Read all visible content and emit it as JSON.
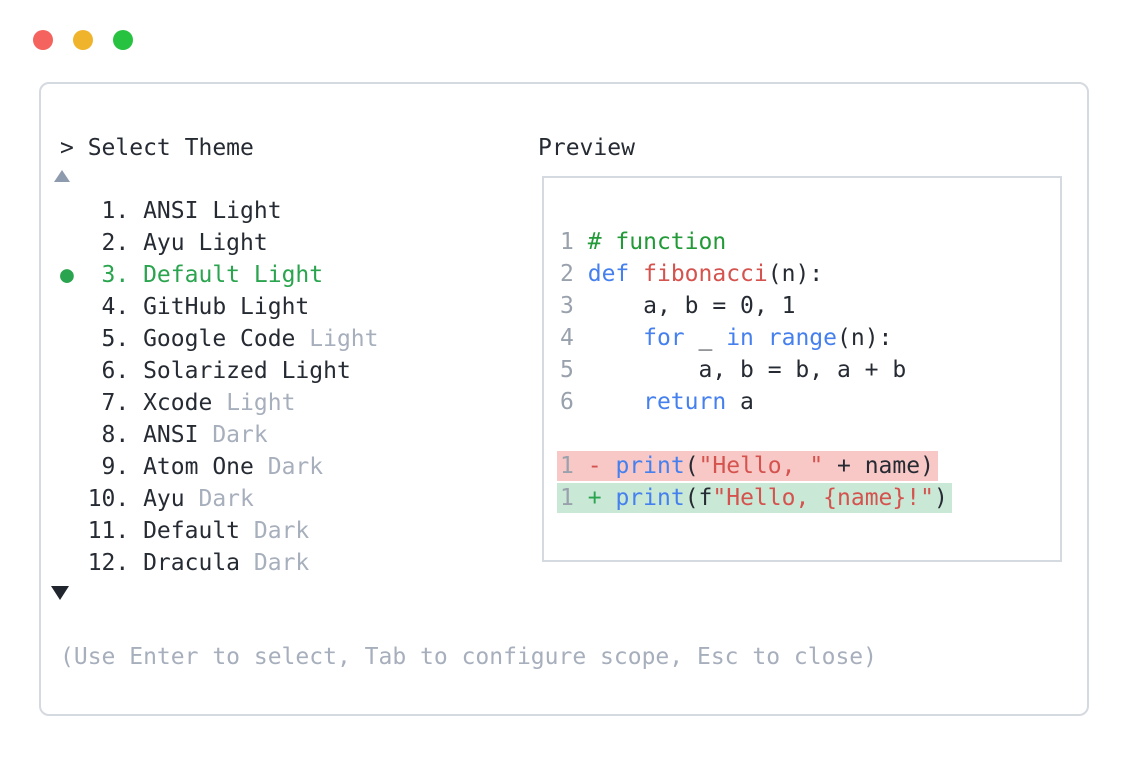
{
  "window": {
    "controls": [
      {
        "name": "close",
        "color": "#f4635d"
      },
      {
        "name": "minimize",
        "color": "#f0b42c"
      },
      {
        "name": "zoom",
        "color": "#27c340"
      }
    ]
  },
  "theme_picker": {
    "prompt": "> Select Theme",
    "selected_indicator": "●",
    "items": [
      {
        "num": "1",
        "name": "ANSI",
        "variant": "Light",
        "variant_muted": false,
        "selected": false
      },
      {
        "num": "2",
        "name": "Ayu",
        "variant": "Light",
        "variant_muted": false,
        "selected": false
      },
      {
        "num": "3",
        "name": "Default",
        "variant": "Light",
        "variant_muted": false,
        "selected": true
      },
      {
        "num": "4",
        "name": "GitHub",
        "variant": "Light",
        "variant_muted": false,
        "selected": false
      },
      {
        "num": "5",
        "name": "Google Code",
        "variant": "Light",
        "variant_muted": true,
        "selected": false
      },
      {
        "num": "6",
        "name": "Solarized",
        "variant": "Light",
        "variant_muted": false,
        "selected": false
      },
      {
        "num": "7",
        "name": "Xcode",
        "variant": "Light",
        "variant_muted": true,
        "selected": false
      },
      {
        "num": "8",
        "name": "ANSI",
        "variant": "Dark",
        "variant_muted": true,
        "selected": false
      },
      {
        "num": "9",
        "name": "Atom One",
        "variant": "Dark",
        "variant_muted": true,
        "selected": false
      },
      {
        "num": "10",
        "name": "Ayu",
        "variant": "Dark",
        "variant_muted": true,
        "selected": false
      },
      {
        "num": "11",
        "name": "Default",
        "variant": "Dark",
        "variant_muted": true,
        "selected": false
      },
      {
        "num": "12",
        "name": "Dracula",
        "variant": "Dark",
        "variant_muted": true,
        "selected": false
      }
    ],
    "help": "(Use Enter to select, Tab to configure scope, Esc to close)"
  },
  "preview": {
    "title": "Preview",
    "code_lines": [
      {
        "num": "1",
        "tokens": [
          {
            "t": "# function",
            "c": "com"
          }
        ]
      },
      {
        "num": "2",
        "tokens": [
          {
            "t": "def",
            "c": "kw"
          },
          {
            "t": " ",
            "c": "pl"
          },
          {
            "t": "fibonacci",
            "c": "fn"
          },
          {
            "t": "(n):",
            "c": "pl"
          }
        ]
      },
      {
        "num": "3",
        "tokens": [
          {
            "t": "    a, b = 0, 1",
            "c": "pl"
          }
        ]
      },
      {
        "num": "4",
        "tokens": [
          {
            "t": "    ",
            "c": "pl"
          },
          {
            "t": "for",
            "c": "kw"
          },
          {
            "t": " _ ",
            "c": "pl"
          },
          {
            "t": "in",
            "c": "kw"
          },
          {
            "t": " ",
            "c": "pl"
          },
          {
            "t": "range",
            "c": "kw"
          },
          {
            "t": "(n):",
            "c": "pl"
          }
        ]
      },
      {
        "num": "5",
        "tokens": [
          {
            "t": "        a, b = b, a + b",
            "c": "pl"
          }
        ]
      },
      {
        "num": "6",
        "tokens": [
          {
            "t": "    ",
            "c": "pl"
          },
          {
            "t": "return",
            "c": "kw"
          },
          {
            "t": " a",
            "c": "pl"
          }
        ]
      }
    ],
    "diff_lines": [
      {
        "num": "1",
        "sign": "-",
        "kind": "removed",
        "tokens": [
          {
            "t": "print",
            "c": "kw"
          },
          {
            "t": "(",
            "c": "pl"
          },
          {
            "t": "\"Hello, \"",
            "c": "str"
          },
          {
            "t": " + name)",
            "c": "pl"
          }
        ]
      },
      {
        "num": "1",
        "sign": "+",
        "kind": "added",
        "tokens": [
          {
            "t": "print",
            "c": "kw"
          },
          {
            "t": "(f",
            "c": "pl"
          },
          {
            "t": "\"Hello, {name}!\"",
            "c": "str"
          },
          {
            "t": ")",
            "c": "pl"
          }
        ]
      }
    ]
  },
  "colors": {
    "accent_green": "#2aa44e",
    "keyword_blue": "#4580ee",
    "string_red": "#d5534f",
    "comment_green": "#229a38",
    "removed_line_bg": "#f8c8c6",
    "added_line_bg": "#c9e8d5",
    "muted_gray": "#a7afbd",
    "line_number_gray": "#99a1ad",
    "text_dark": "#262b33",
    "border_gray": "#d5d9e0",
    "traffic_red": "#f4635d",
    "traffic_yellow": "#f0b42c",
    "traffic_green": "#27c340"
  }
}
